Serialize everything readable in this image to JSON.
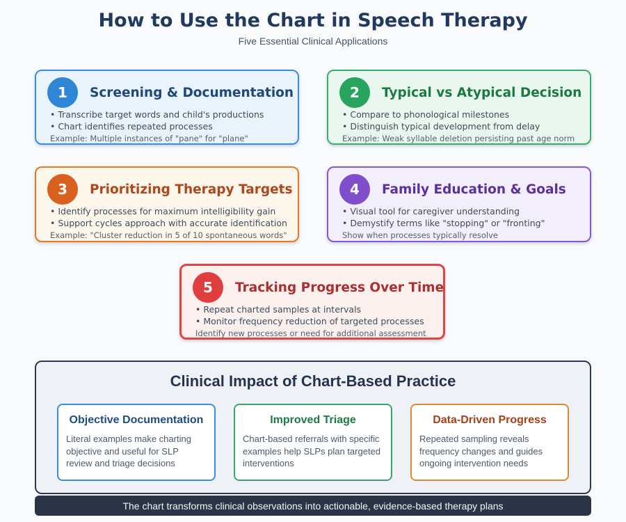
{
  "header": {
    "title": "How to Use the Chart in Speech Therapy",
    "subtitle": "Five Essential Clinical Applications"
  },
  "cards": [
    {
      "number": "1",
      "title": "Screening & Documentation",
      "bullets": [
        "Transcribe target words and child's productions",
        "Chart identifies repeated processes"
      ],
      "note": "Example: Multiple instances of \"pane\" for \"plane\"",
      "colors": {
        "border": "#3b8de0",
        "background": "#e8f3fc",
        "circle": "#2e86d4",
        "heading": "#1f4878"
      }
    },
    {
      "number": "2",
      "title": "Typical vs Atypical Decision",
      "bullets": [
        "Compare to phonological milestones",
        "Distinguish typical development from delay"
      ],
      "note": "Example: Weak syllable deletion persisting past age norm",
      "colors": {
        "border": "#36b06e",
        "background": "#e9f7ef",
        "circle": "#27a45e",
        "heading": "#1b7a44"
      }
    },
    {
      "number": "3",
      "title": "Prioritizing Therapy Targets",
      "bullets": [
        "Identify processes for maximum intelligibility gain",
        "Support cycles approach with accurate identification"
      ],
      "note": "Example: \"Cluster reduction in 5 of 10 spontaneous words\"",
      "colors": {
        "border": "#e6791f",
        "background": "#fdf7eb",
        "circle": "#d9601e",
        "heading": "#b0461c"
      }
    },
    {
      "number": "4",
      "title": "Family Education & Goals",
      "bullets": [
        "Visual tool for caregiver understanding",
        "Demystify terms like \"stopping\" or \"fronting\""
      ],
      "note": "Show when processes typically resolve",
      "colors": {
        "border": "#8659d4",
        "background": "#f3eefb",
        "circle": "#7e4ecb",
        "heading": "#5b2f9e"
      }
    },
    {
      "number": "5",
      "title": "Tracking Progress Over Time",
      "bullets": [
        "Repeat charted samples at intervals",
        "Monitor frequency reduction of targeted processes"
      ],
      "note": "Identify new processes or need for additional assessment",
      "colors": {
        "border": "#e04545",
        "background": "#fcf0ef",
        "circle": "#e03e3e",
        "heading": "#a93030"
      }
    }
  ],
  "impact": {
    "title": "Clinical Impact of Chart-Based Practice",
    "cards": [
      {
        "title": "Objective Documentation",
        "body": "Literal examples make charting objective and useful for SLP review and triage decisions",
        "colors": {
          "border": "#3b8de0",
          "heading": "#1e4d85"
        }
      },
      {
        "title": "Improved Triage",
        "body": "Chart-based referrals with specific examples help SLPs plan targeted interventions",
        "colors": {
          "border": "#36a869",
          "heading": "#1c7a45"
        }
      },
      {
        "title": "Data-Driven Progress",
        "body": "Repeated sampling reveals frequency changes and guides ongoing intervention needs",
        "colors": {
          "border": "#e0882e",
          "heading": "#a8401a"
        }
      }
    ],
    "footer": "The chart transforms clinical observations into actionable, evidence-based therapy plans"
  },
  "page_colors": {
    "background": "#f8fafc",
    "impact_border": "#2c3850",
    "impact_background": "#eef1f6",
    "footer_bar": "#2b3447"
  }
}
